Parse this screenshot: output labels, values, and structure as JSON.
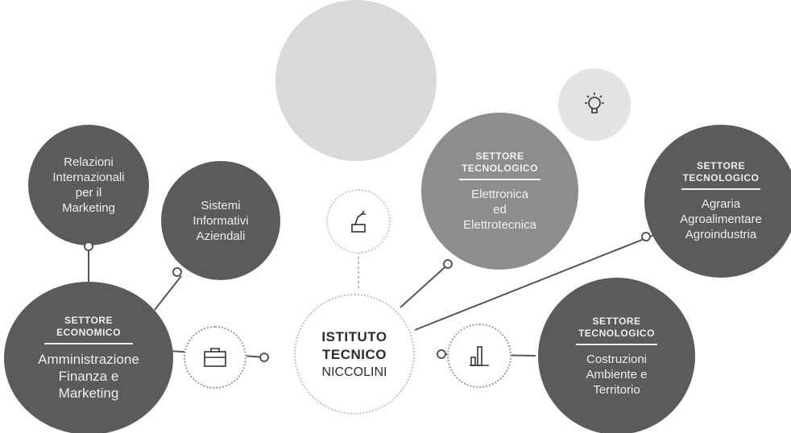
{
  "center": {
    "line1": "ISTITUTO",
    "line2": "TECNICO",
    "line3": "NICCOLINI"
  },
  "economico": {
    "heading": [
      "SETTORE",
      "ECONOMICO"
    ],
    "course": [
      "Amministrazione",
      "Finanza e",
      "Marketing"
    ]
  },
  "relazioni": {
    "lines": [
      "Relazioni",
      "Internazionali",
      "per il",
      "Marketing"
    ]
  },
  "sistemi": {
    "lines": [
      "Sistemi",
      "Informativi",
      "Aziendali"
    ]
  },
  "elettronica": {
    "heading": [
      "SETTORE",
      "TECNOLOGICO"
    ],
    "course": [
      "Elettronica",
      "ed",
      "Elettrotecnica"
    ]
  },
  "agraria": {
    "heading": [
      "SETTORE",
      "TECNOLOGICO"
    ],
    "course": [
      "Agraria",
      "Agroalimentare",
      "Agroindustria"
    ]
  },
  "costruzioni": {
    "heading": [
      "SETTORE",
      "TECNOLOGICO"
    ],
    "course": [
      "Costruzioni",
      "Ambiente e",
      "Territorio"
    ]
  },
  "icons": {
    "economico": "briefcase-icon",
    "costruzioni": "bar-chart-icon",
    "elettronica": "light-bulb-icon",
    "tecnico": "robot-arm-icon"
  },
  "colors": {
    "dark": "#5b5b5b",
    "mid": "#8d8d8d",
    "light": "#d9d9d9",
    "line": "#555555"
  }
}
